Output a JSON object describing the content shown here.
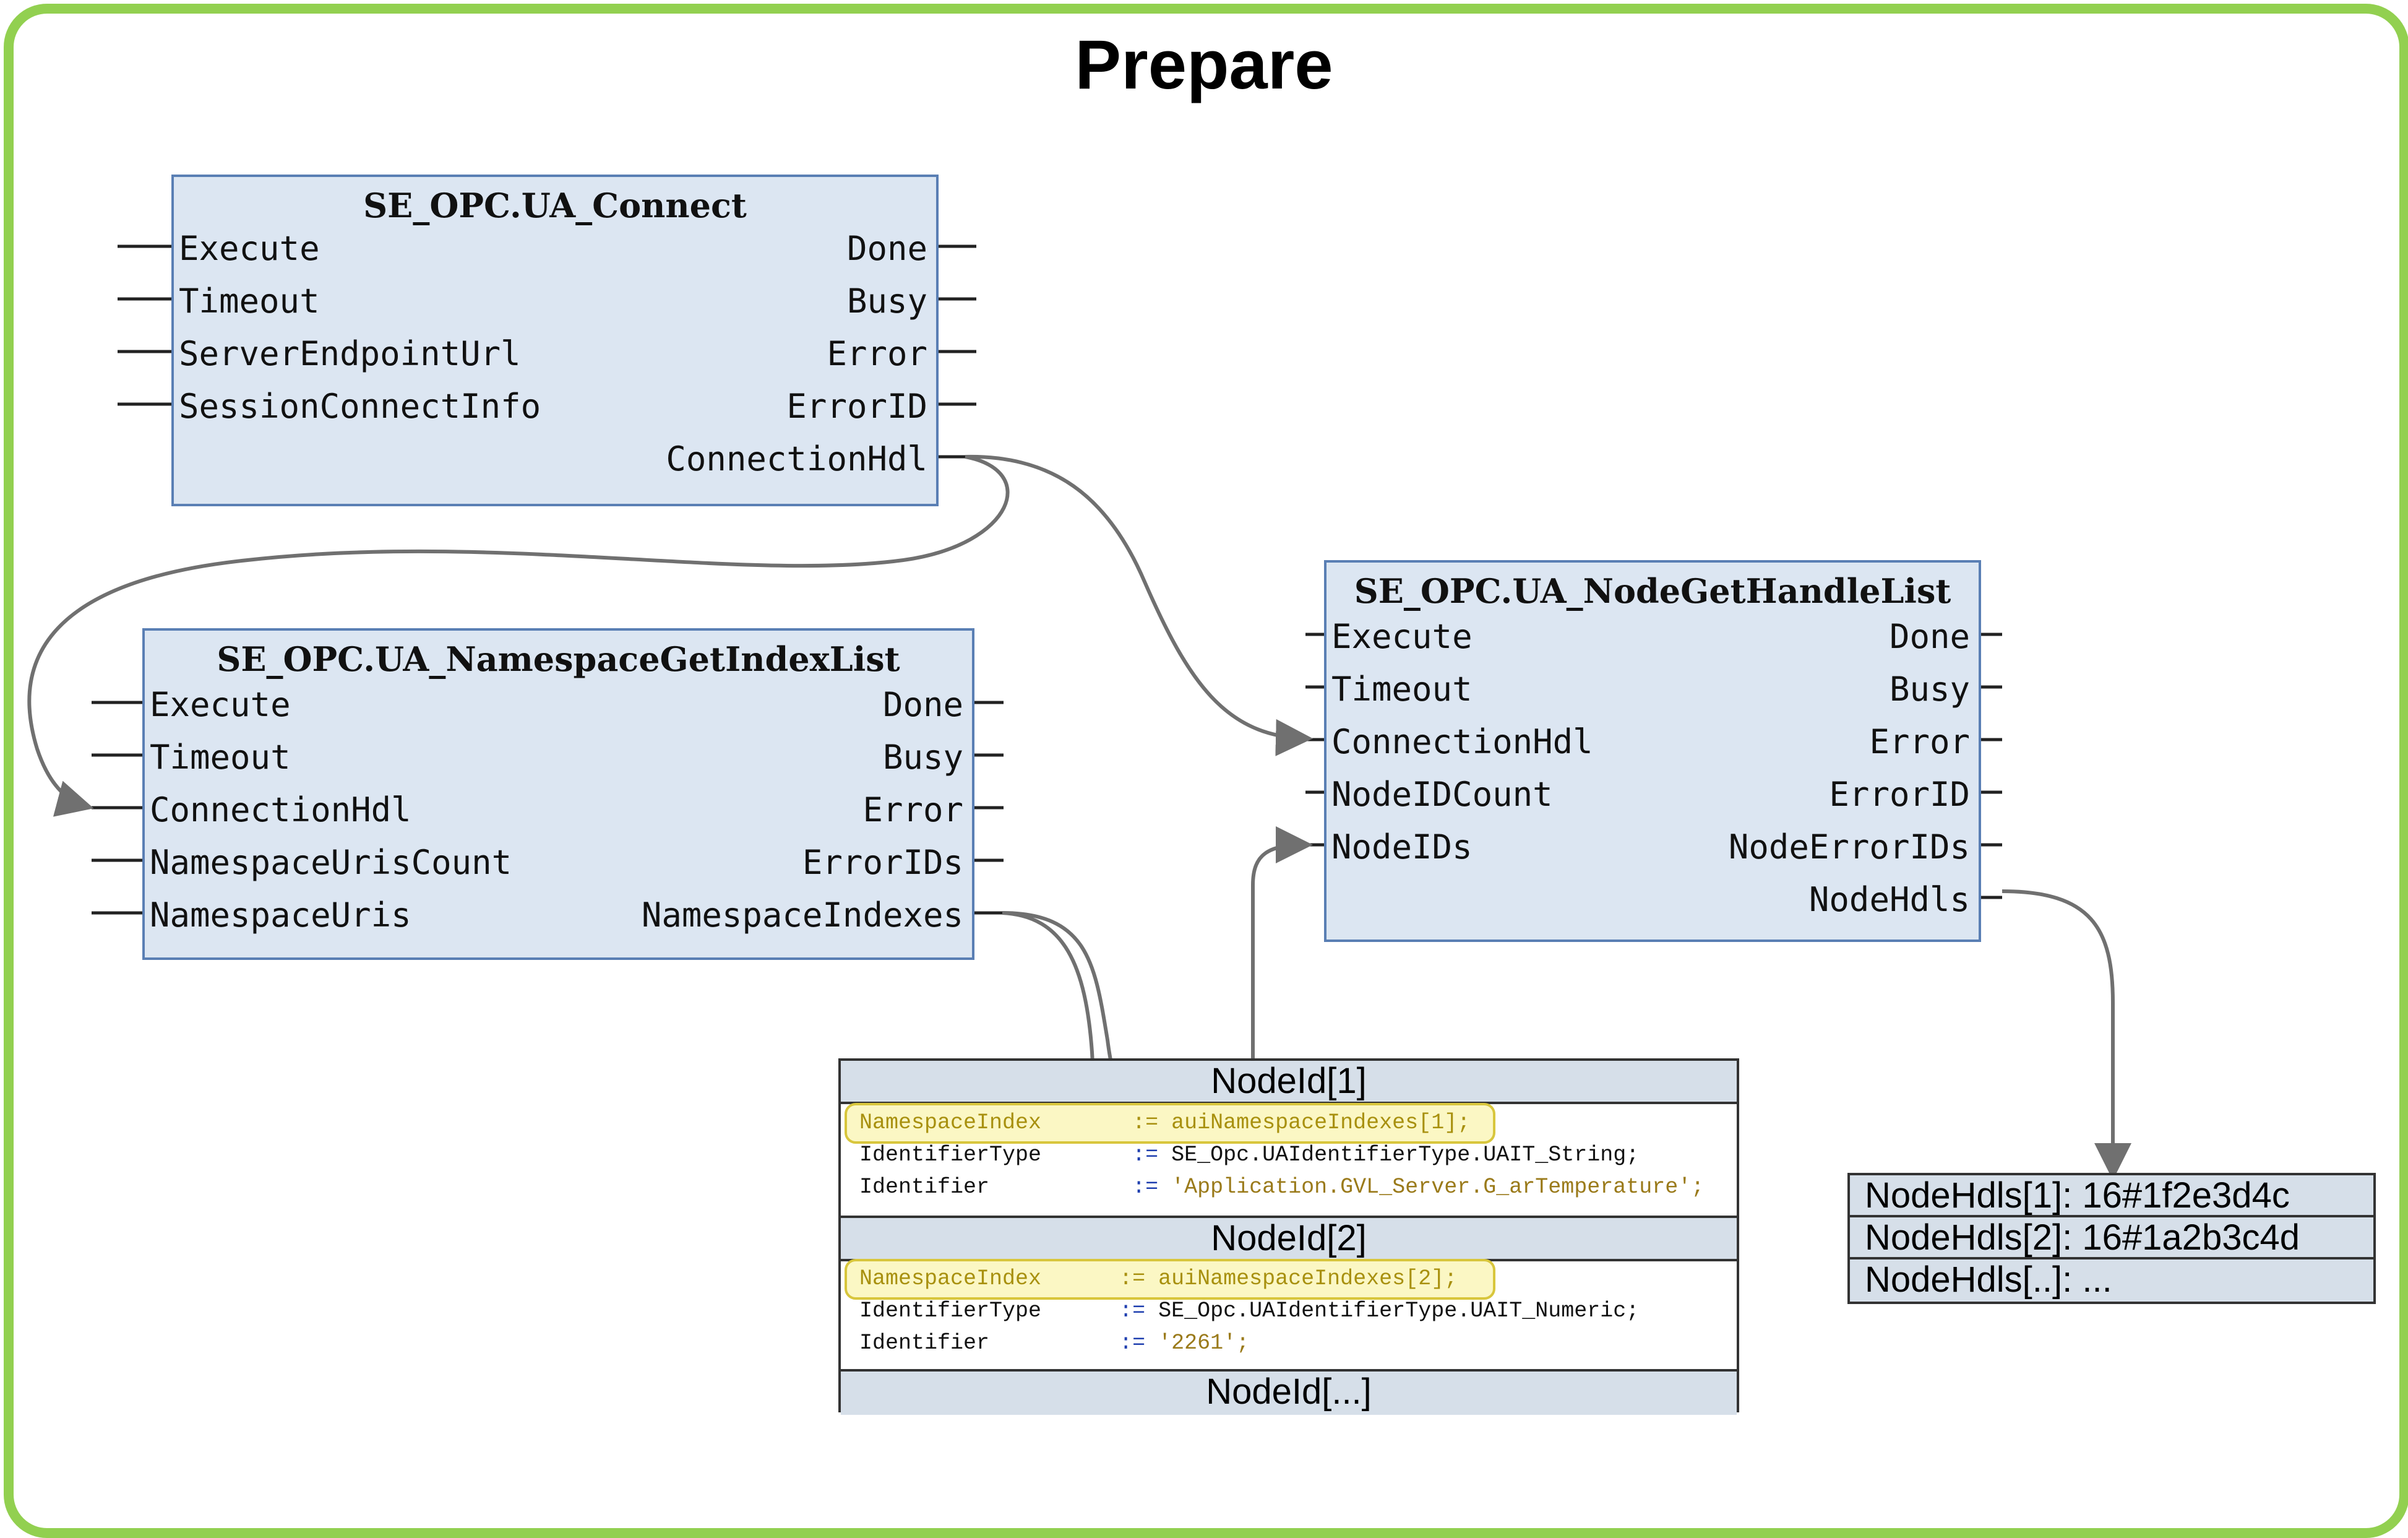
{
  "title": "Prepare",
  "colors": {
    "frame": "#92d050",
    "block_fill": "#dce6f2",
    "block_border": "#5a7fb4",
    "highlight": "#fbf7c4",
    "wire": "#707070"
  },
  "blocks": {
    "connect": {
      "name": "SE_OPC.UA_Connect",
      "inputs": [
        "Execute",
        "Timeout",
        "ServerEndpointUrl",
        "SessionConnectInfo"
      ],
      "outputs": [
        "Done",
        "Busy",
        "Error",
        "ErrorID",
        "ConnectionHdl"
      ]
    },
    "namespace": {
      "name": "SE_OPC.UA_NamespaceGetIndexList",
      "inputs": [
        "Execute",
        "Timeout",
        "ConnectionHdl",
        "NamespaceUrisCount",
        "NamespaceUris"
      ],
      "outputs": [
        "Done",
        "Busy",
        "Error",
        "ErrorIDs",
        "NamespaceIndexes"
      ]
    },
    "nodehandle": {
      "name": "SE_OPC.UA_NodeGetHandleList",
      "inputs": [
        "Execute",
        "Timeout",
        "ConnectionHdl",
        "NodeIDCount",
        "NodeIDs"
      ],
      "outputs": [
        "Done",
        "Busy",
        "Error",
        "ErrorID",
        "NodeErrorIDs",
        "NodeHdls"
      ]
    }
  },
  "nodeids": {
    "headers": [
      "NodeId[1]",
      "NodeId[2]",
      "NodeId[...]"
    ],
    "node1": {
      "ns_name": "NamespaceIndex",
      "ns_op": ":=",
      "ns_val": "auiNamespaceIndexes[1];",
      "type_name": "IdentifierType",
      "type_op": ":=",
      "type_val": "SE_Opc.UAIdentifierType.UAIT_String;",
      "id_name": "Identifier",
      "id_op": ":=",
      "id_val": "'Application.GVL_Server.G_arTemperature';"
    },
    "node2": {
      "ns_name": "NamespaceIndex",
      "ns_op": ":=",
      "ns_val": "auiNamespaceIndexes[2];",
      "type_name": "IdentifierType",
      "type_op": ":=",
      "type_val": "SE_Opc.UAIdentifierType.UAIT_Numeric;",
      "id_name": "Identifier",
      "id_op": ":=",
      "id_val": "'2261';"
    }
  },
  "nodehdls": [
    "NodeHdls[1]: 16#1f2e3d4c",
    "NodeHdls[2]: 16#1a2b3c4d",
    "NodeHdls[..]: ..."
  ]
}
